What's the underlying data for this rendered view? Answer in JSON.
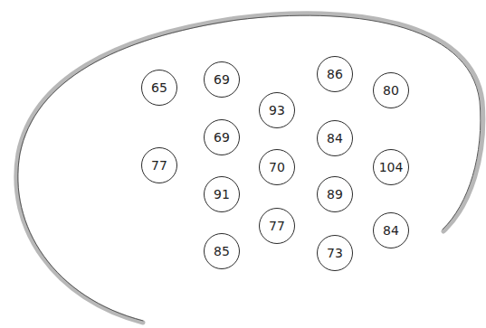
{
  "diagram": {
    "nodes": [
      {
        "text": [
          "69"
        ]
      },
      {
        "text": [
          "86"
        ]
      },
      {
        "text": [
          "65"
        ]
      },
      {
        "text": [
          "93"
        ]
      },
      {
        "text": [
          "80"
        ]
      },
      {
        "text": [
          "69"
        ]
      },
      {
        "text": [
          "84"
        ]
      },
      {
        "text": [
          "77"
        ]
      },
      {
        "text": [
          "70"
        ]
      },
      {
        "text": [
          "104"
        ]
      },
      {
        "text": [
          "91"
        ]
      },
      {
        "text": [
          "89"
        ]
      },
      {
        "text": [
          "77"
        ]
      },
      {
        "text": [
          "84"
        ]
      },
      {
        "text": [
          "85"
        ]
      },
      {
        "text": [
          "73"
        ]
      }
    ]
  }
}
